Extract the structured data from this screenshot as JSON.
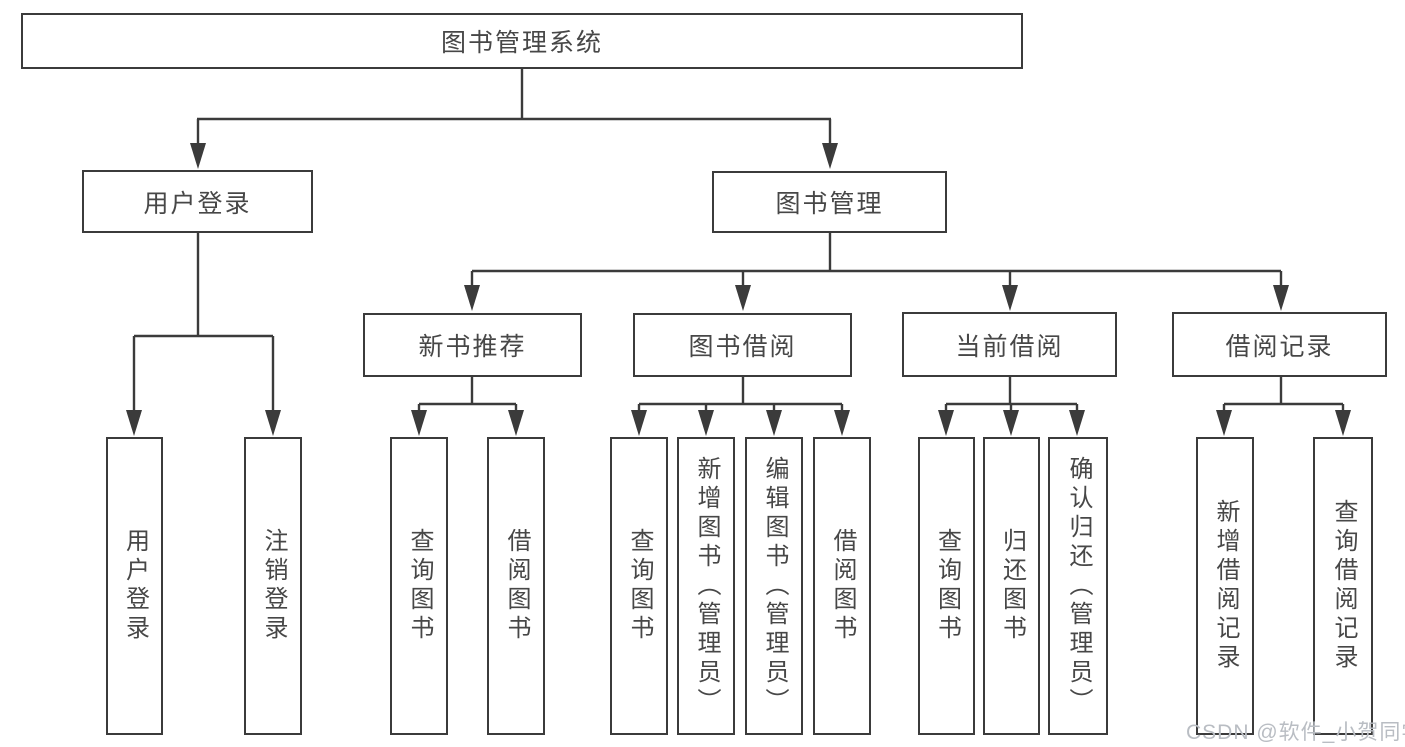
{
  "colors": {
    "line": "#3b3b3b",
    "text": "#474747",
    "canvas-bg": "#ffffff",
    "watermark": "#b9bdc3"
  },
  "watermark": {
    "text": "CSDN @软件_小贺同学"
  },
  "tree": {
    "label": "图书管理系统",
    "children": [
      {
        "label": "用户登录",
        "children": [
          {
            "label": "用户登录"
          },
          {
            "label": "注销登录"
          }
        ]
      },
      {
        "label": "图书管理",
        "children": [
          {
            "label": "新书推荐",
            "children": [
              {
                "label": "查询图书"
              },
              {
                "label": "借阅图书"
              }
            ]
          },
          {
            "label": "图书借阅",
            "children": [
              {
                "label": "查询图书"
              },
              {
                "label": "新增图书（管理员）"
              },
              {
                "label": "编辑图书（管理员）"
              },
              {
                "label": "借阅图书"
              }
            ]
          },
          {
            "label": "当前借阅",
            "children": [
              {
                "label": "查询图书"
              },
              {
                "label": "归还图书"
              },
              {
                "label": "确认归还（管理员）"
              }
            ]
          },
          {
            "label": "借阅记录",
            "children": [
              {
                "label": "新增借阅记录"
              },
              {
                "label": "查询借阅记录"
              }
            ]
          }
        ]
      }
    ]
  }
}
